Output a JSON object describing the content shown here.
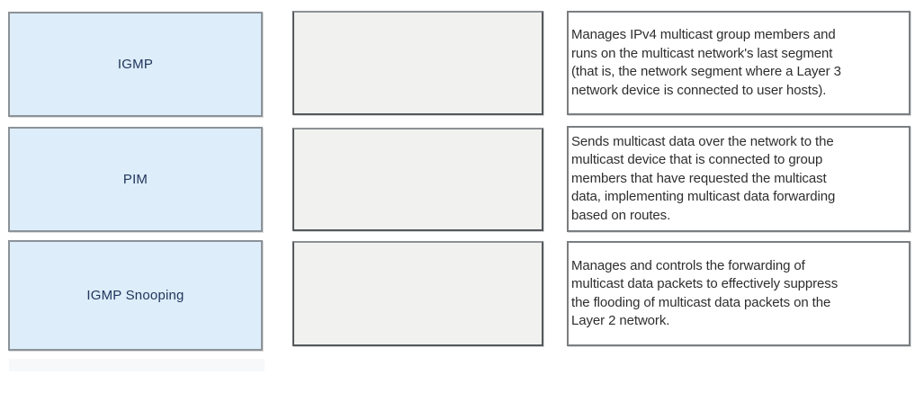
{
  "matching_question": {
    "options": [
      {
        "label": "IGMP"
      },
      {
        "label": "PIM"
      },
      {
        "label": "IGMP Snooping"
      }
    ],
    "drop_targets": [
      {
        "value": ""
      },
      {
        "value": ""
      },
      {
        "value": ""
      }
    ],
    "descriptions": [
      {
        "text": "Manages IPv4 multicast group members and\nruns on the multicast network's last segment\n(that is, the network segment where a Layer 3\nnetwork device is connected to user hosts)."
      },
      {
        "text": "Sends multicast data over the network to the\nmulticast device that is connected to group\nmembers that have requested the multicast\ndata, implementing multicast data forwarding\nbased on routes."
      },
      {
        "text": "Manages and controls the forwarding of\nmulticast data packets to effectively suppress\nthe flooding of multicast data packets on the\nLayer 2 network."
      }
    ]
  },
  "colors": {
    "option_fill": "#ddedf9",
    "option_border": "#8b9298",
    "option_text": "#20365c",
    "target_fill": "#f1f1ef",
    "target_border": "#55595d",
    "description_fill": "#ffffff",
    "description_border": "#7b7e81",
    "description_text": "#2e2e2e",
    "page_background": "#ffffff"
  }
}
